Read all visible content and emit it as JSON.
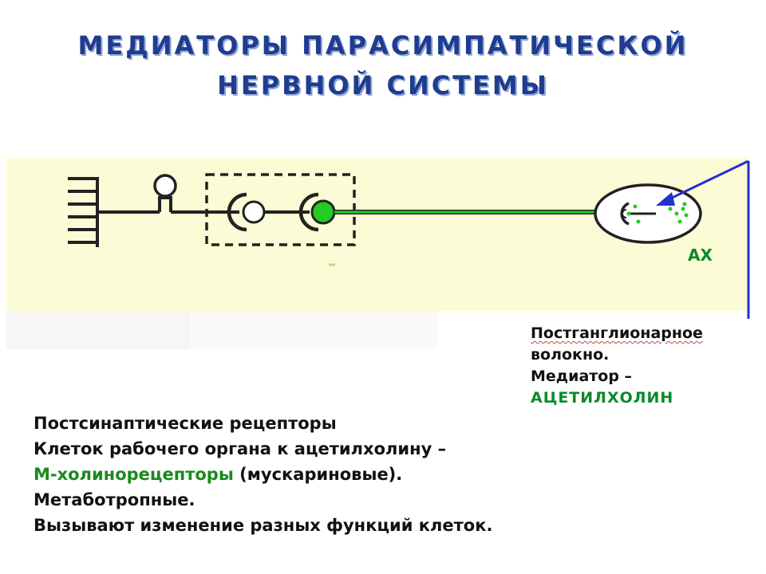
{
  "title": {
    "line1": "МЕДИАТОРЫ ПАРАСИМПАТИЧЕСКОЙ",
    "line2": "НЕРВНОЙ СИСТЕМЫ"
  },
  "diagram": {
    "mediator_short": "АХ",
    "colors": {
      "band": "#fbfbd6",
      "fiber_green": "#22cc22",
      "arrow_blue": "#2233cc",
      "title_blue": "#1f3c8f"
    }
  },
  "postganglionic": {
    "line1": "Постганглионарное",
    "line2": "волокно.",
    "line3": "Медиатор –",
    "mediator": "АЦЕТИЛХОЛИН"
  },
  "description": {
    "line1": "Постсинаптические рецепторы",
    "line2": "Клеток рабочего органа к ацетилхолину –",
    "line3_green": "М-холинорецепторы",
    "line3_rest": " (мускариновые).",
    "line4": "Метаботропные.",
    "line5": "Вызывают изменение разных функций клеток."
  }
}
